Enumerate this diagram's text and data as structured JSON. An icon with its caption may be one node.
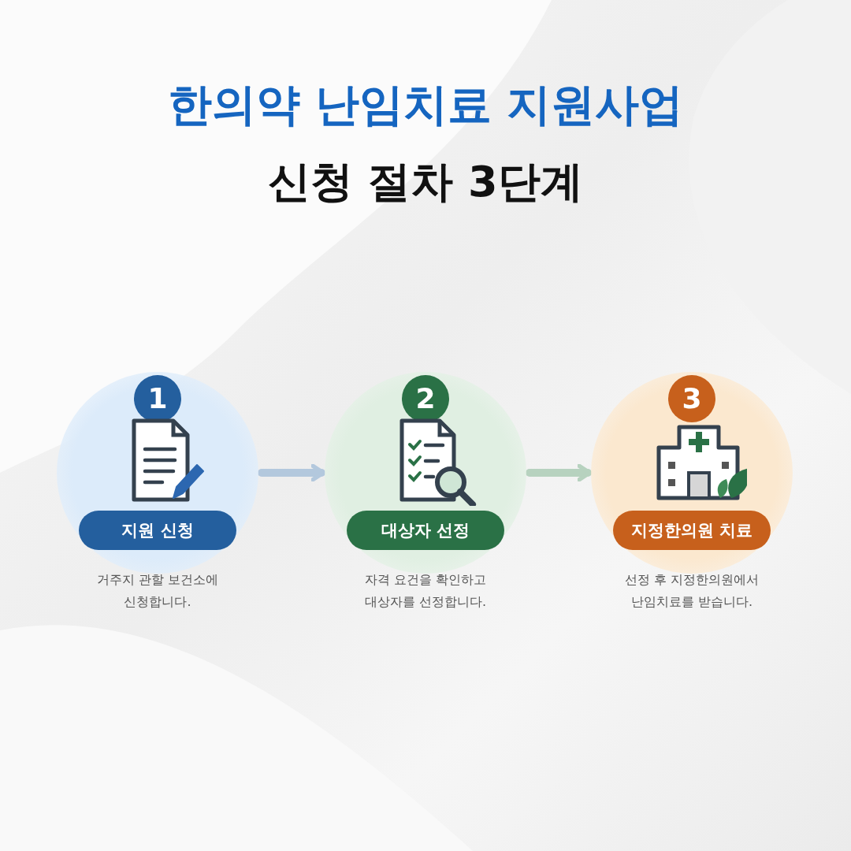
{
  "diagram": {
    "title": "한의약 난임치료 지원사업",
    "nodes": [
      {
        "text": [
          "1",
          "지원 신청"
        ],
        "beside": [
          "거주지 관할 보건소에 신청합니다."
        ]
      },
      {
        "text": [
          "2",
          "대상자 선정"
        ],
        "beside": [
          "자격 요건을 확인하고 대상자를 선정합니다."
        ]
      },
      {
        "text": [
          "3",
          "지정한의원 치료"
        ],
        "beside": [
          "선정 후 지정한의원에서 난임치료를 받습니다."
        ]
      }
    ],
    "edges": [
      {
        "from": 0,
        "to": 1,
        "arrow": "to"
      },
      {
        "from": 1,
        "to": 2,
        "arrow": "to"
      }
    ],
    "labels": [
      "신청 절차 3단계"
    ]
  }
}
